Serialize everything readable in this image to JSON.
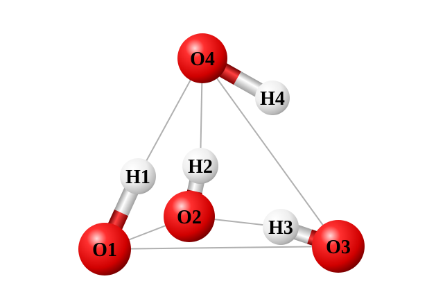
{
  "atoms": [
    {
      "id": "O4",
      "label": "O4",
      "element": "O"
    },
    {
      "id": "H4",
      "label": "H4",
      "element": "H"
    },
    {
      "id": "H1",
      "label": "H1",
      "element": "H"
    },
    {
      "id": "H2",
      "label": "H2",
      "element": "H"
    },
    {
      "id": "O2",
      "label": "O2",
      "element": "O"
    },
    {
      "id": "H3",
      "label": "H3",
      "element": "H"
    },
    {
      "id": "O1",
      "label": "O1",
      "element": "O"
    },
    {
      "id": "O3",
      "label": "O3",
      "element": "O"
    }
  ],
  "bonds": [
    {
      "from": "O4",
      "to": "H4",
      "kind": "covalent"
    },
    {
      "from": "O1",
      "to": "H1",
      "kind": "covalent"
    },
    {
      "from": "O2",
      "to": "H2",
      "kind": "covalent"
    },
    {
      "from": "O3",
      "to": "H3",
      "kind": "covalent"
    }
  ],
  "contacts": [
    {
      "from": "O4",
      "to": "H1"
    },
    {
      "from": "O4",
      "to": "H2"
    },
    {
      "from": "O4",
      "to": "O3"
    },
    {
      "from": "O1",
      "to": "O2"
    },
    {
      "from": "O1",
      "to": "O3"
    },
    {
      "from": "O2",
      "to": "H3"
    }
  ],
  "colors": {
    "oxygen": "#e00000",
    "hydrogen": "#f2f2f2",
    "contact_line": "#b0b0b0",
    "label": "#000000"
  }
}
